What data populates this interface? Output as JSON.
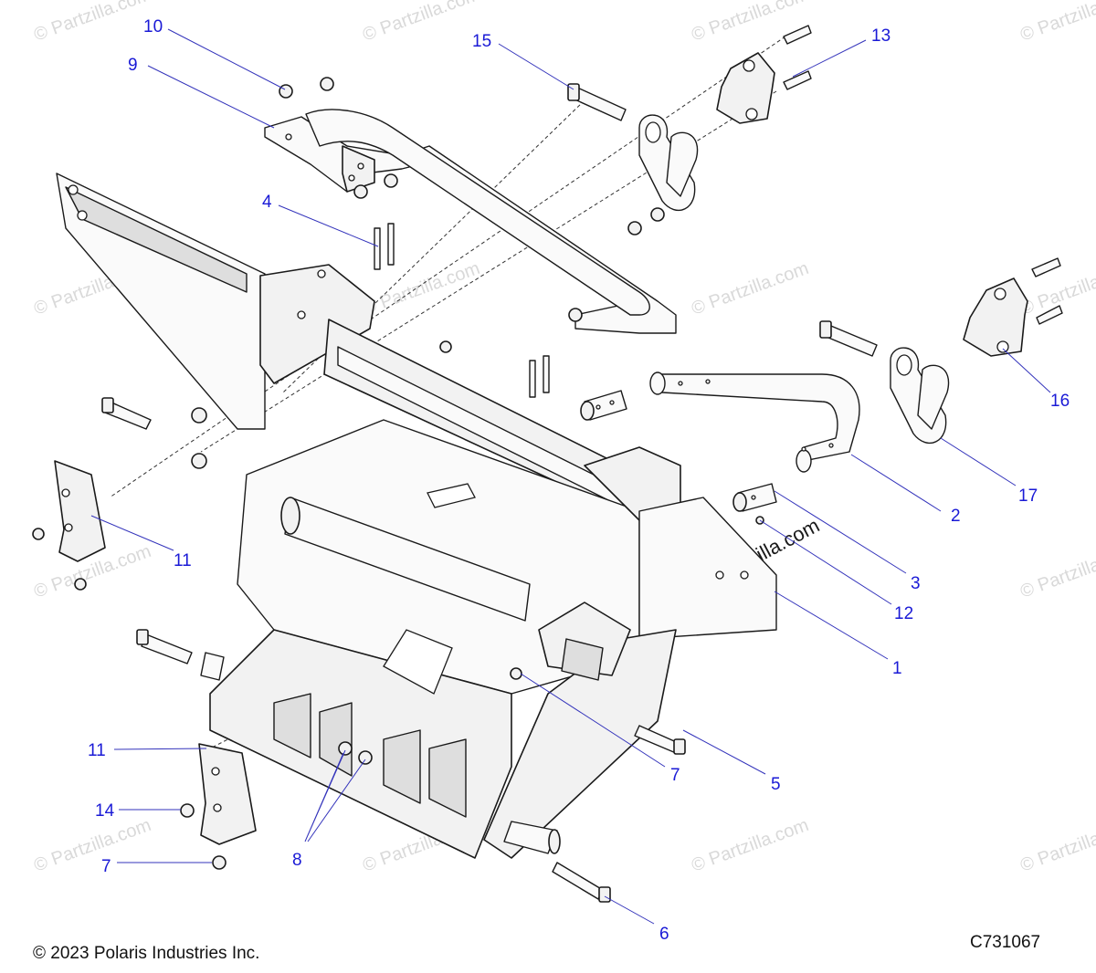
{
  "callouts": [
    "1",
    "2",
    "3",
    "4",
    "5",
    "6",
    "7",
    "7",
    "8",
    "9",
    "10",
    "11",
    "11",
    "12",
    "13",
    "14",
    "15",
    "16",
    "17"
  ],
  "watermark": "© Partzilla.com",
  "copyright": "© 2023 Polaris Industries Inc.",
  "drawing_code": "C731067",
  "colors": {
    "callout": "#1a1ad6",
    "leader": "#3333bb",
    "line": "#1a1a1a",
    "watermark": "#d9d9d9"
  }
}
